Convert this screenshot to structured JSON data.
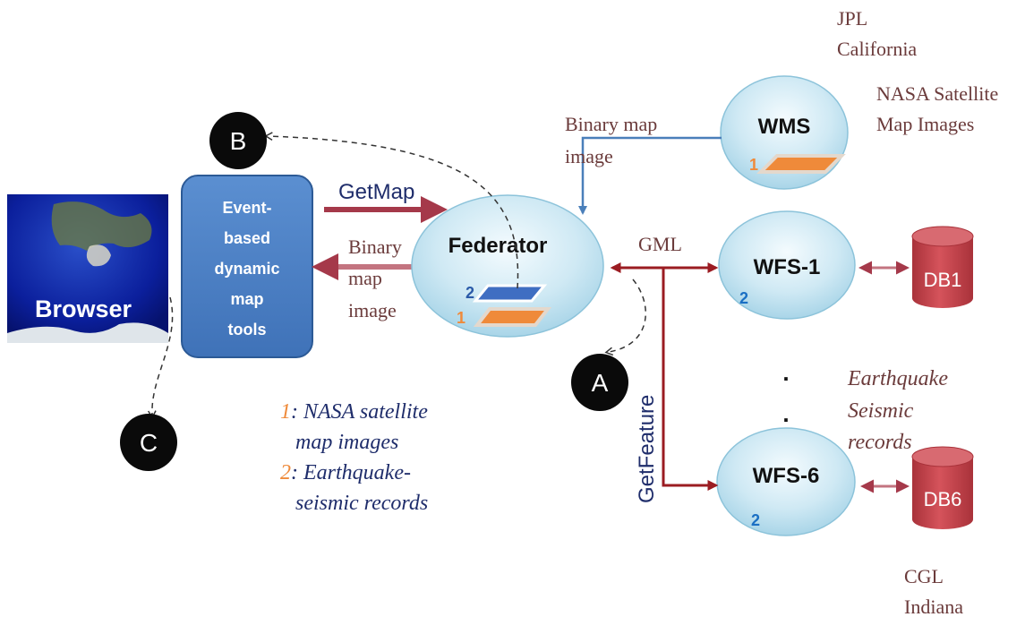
{
  "nodes": {
    "browser": "Browser",
    "tools_lines": [
      "Event-",
      "based",
      "dynamic",
      "map",
      "tools"
    ],
    "federator": "Federator",
    "wms": "WMS",
    "wfs1": "WFS-1",
    "wfs6": "WFS-6",
    "db1": "DB1",
    "db6": "DB6"
  },
  "layer_numbers": {
    "fed_top": "2",
    "fed_bottom": "1",
    "wms": "1",
    "wfs1": "2",
    "wfs6": "2"
  },
  "edges": {
    "getmap": "GetMap",
    "binary_fed_lines": [
      "Binary",
      "map",
      "image"
    ],
    "binary_wms_lines": [
      "Binary map",
      "image"
    ],
    "gml": "GML",
    "getfeature": "GetFeature"
  },
  "markers": {
    "a": "A",
    "b": "B",
    "c": "C"
  },
  "locations": {
    "jpl": [
      "JPL",
      "California"
    ],
    "nasa": [
      "NASA Satellite",
      "Map Images"
    ],
    "eq": [
      "Earthquake",
      "Seismic",
      "records"
    ],
    "cgl": [
      "CGL",
      "Indiana"
    ]
  },
  "dots": [
    ".",
    "."
  ],
  "legend": {
    "item1_num": "1",
    "item1_lines": [
      ": NASA satellite",
      "map images"
    ],
    "item2_num": "2",
    "item2_lines": [
      ": Earthquake-",
      "seismic records"
    ]
  },
  "colors": {
    "arrow_red": "#a5394a",
    "arrow_blue": "#4a7fba",
    "dark_red": "#9b1c22",
    "label_brown": "#6b3b3b",
    "navy": "#1f2d6b",
    "tools_box": "#4a7fc4",
    "db": "#c8424b",
    "layer_orange": "#ef8a3a",
    "layer_blue": "#3f6ec2"
  }
}
